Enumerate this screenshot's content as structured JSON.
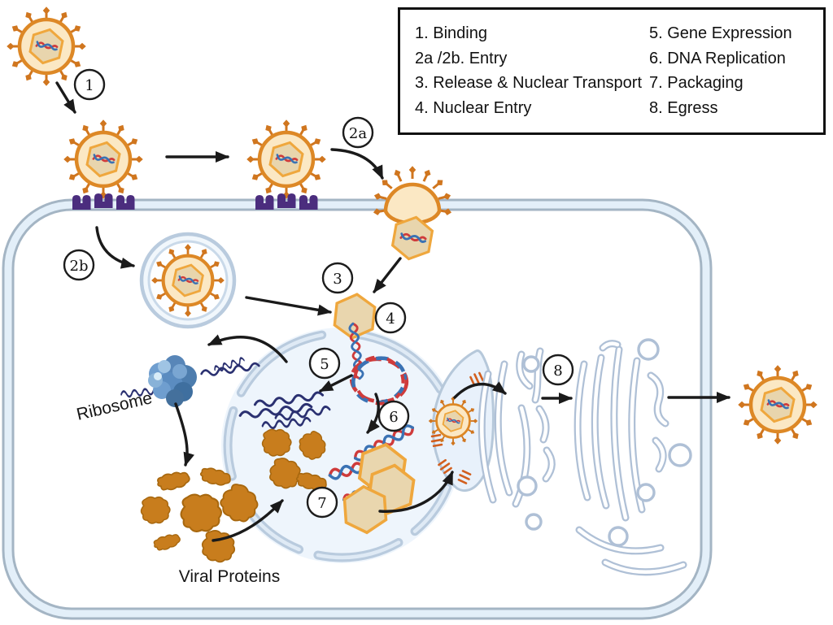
{
  "legend": {
    "items_left": [
      "1. Binding",
      "2a /2b. Entry",
      "3. Release &amp; Nuclear Transport",
      "4. Nuclear Entry"
    ],
    "items_left_plain": [
      "1. Binding",
      "2a /2b. Entry",
      "3. Release & Nuclear Transport",
      "4. Nuclear Entry"
    ],
    "items_right": [
      "5. Gene Expression",
      "6. DNA Replication",
      "7. Packaging",
      "8. Egress"
    ]
  },
  "labels": {
    "ribosome": "Ribosome",
    "viral_proteins": "Viral Proteins"
  },
  "steps": [
    "1",
    "2a",
    "2b",
    "3",
    "4",
    "5",
    "6",
    "7",
    "8"
  ],
  "colors": {
    "virus_envelope_stroke": "#dd8826",
    "virus_fill": "#fbe8c4",
    "spike_orange": "#d0761f",
    "capsid_fill": "#e8d5ad",
    "capsid_stroke": "#efa73d",
    "dna_red": "#cf3b3b",
    "dna_blue": "#3a72b4",
    "mrna_navy": "#2b3171",
    "receptor_purple": "#4b2d7e",
    "membrane_edge": "#a4b5c4",
    "membrane_core": "#e3eff9",
    "nucleus_fill": "#eef5fc",
    "nuclear_envelope": "#b9cbde",
    "golgi_stroke": "#afc0d6",
    "ribosome_blue": "#4e7fae",
    "protein_brown": "#c87d1d",
    "arrow_black": "#1a1a1a"
  }
}
